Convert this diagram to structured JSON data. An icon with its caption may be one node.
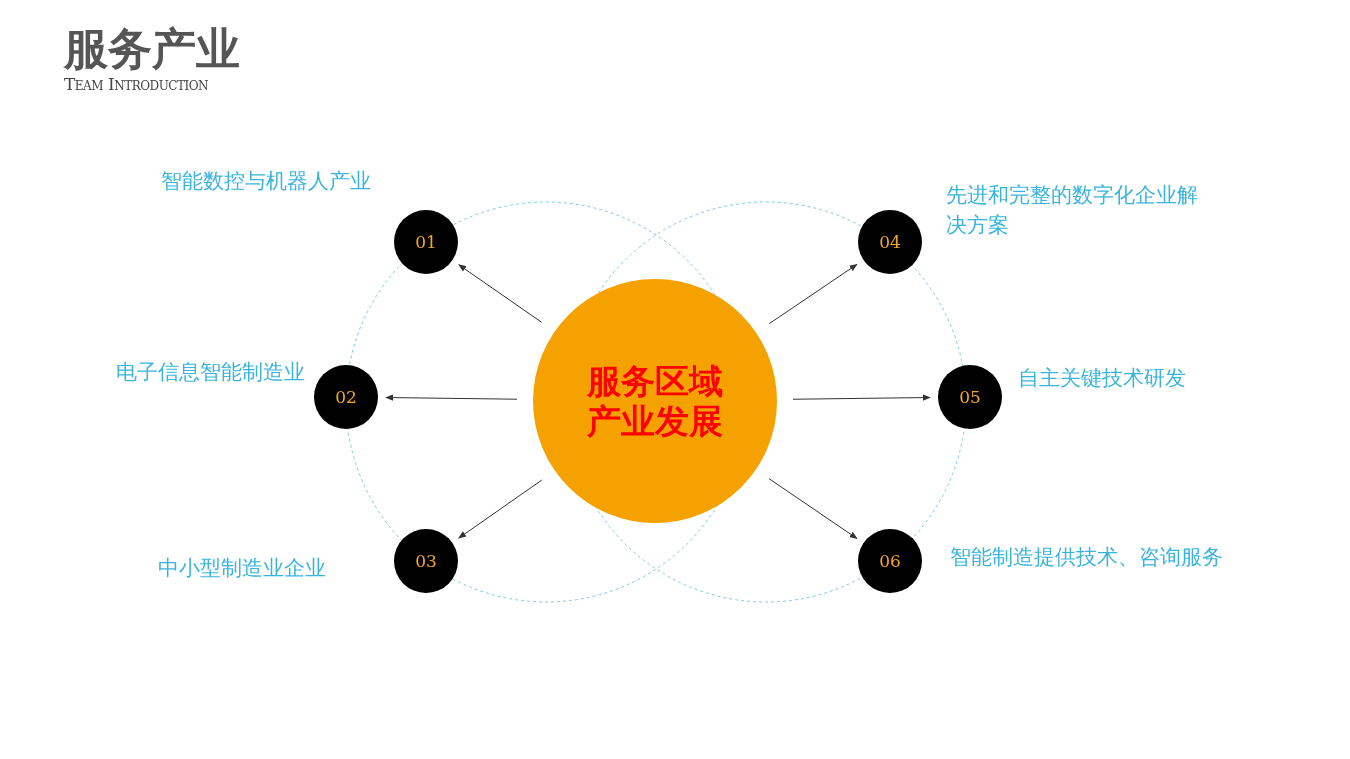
{
  "diagram": {
    "title": "服务产业",
    "nodes": [
      {
        "text": [
          "服务区域产业发展"
        ]
      },
      {
        "text": [
          "01"
        ],
        "beside": [
          "智能数控与机器人产业"
        ]
      },
      {
        "text": [
          "02"
        ],
        "beside": [
          "电子信息智能制造业"
        ]
      },
      {
        "text": [
          "03"
        ],
        "beside": [
          "中小型制造业企业"
        ]
      },
      {
        "text": [
          "04"
        ],
        "beside": [
          "先进和完整的数字化企业解决方案"
        ]
      },
      {
        "text": [
          "05"
        ],
        "beside": [
          "自主关键技术研发"
        ]
      },
      {
        "text": [
          "06"
        ],
        "beside": [
          "智能制造提供技术、咨询服务"
        ]
      }
    ],
    "edges": [
      {
        "from": 0,
        "to": 1,
        "arrow": "to"
      },
      {
        "from": 0,
        "to": 2,
        "arrow": "to"
      },
      {
        "from": 0,
        "to": 3,
        "arrow": "to"
      },
      {
        "from": 0,
        "to": 4,
        "arrow": "to"
      },
      {
        "from": 0,
        "to": 5,
        "arrow": "to"
      },
      {
        "from": 0,
        "to": 6,
        "arrow": "to"
      }
    ],
    "labels": [
      "Team Introduction"
    ]
  }
}
